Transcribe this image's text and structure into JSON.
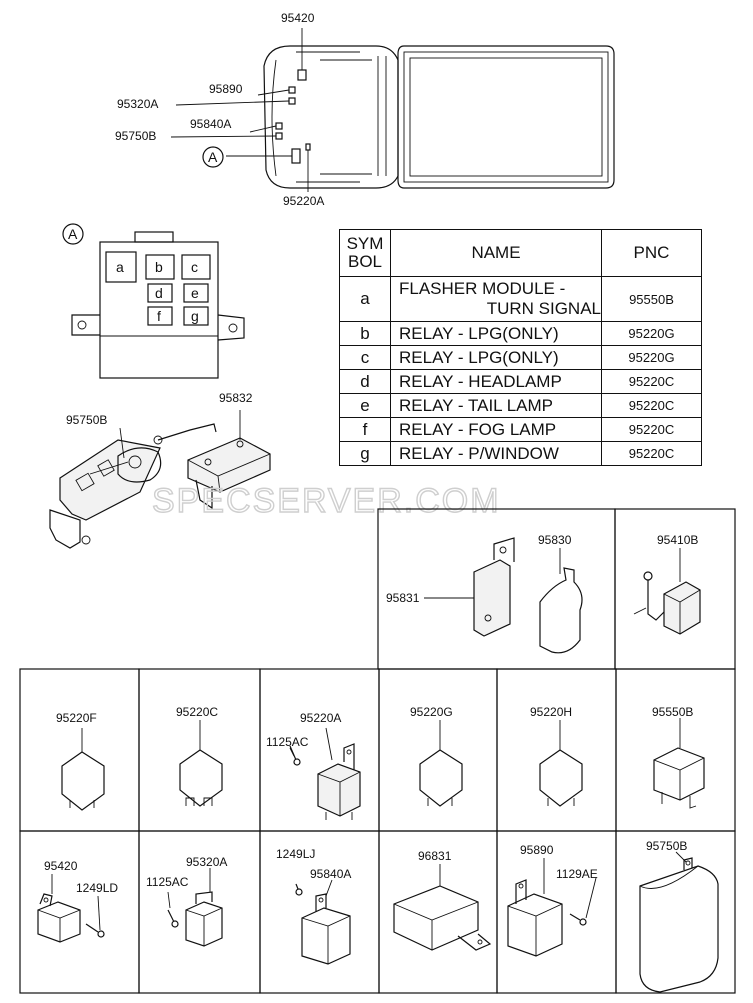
{
  "top_labels": {
    "p95420": "95420",
    "p95890": "95890",
    "p95320A": "95320A",
    "p95840A": "95840A",
    "p95750B": "95750B",
    "p95220A": "95220A",
    "marker": "A"
  },
  "detail": {
    "marker": "A",
    "cells": [
      "a",
      "b",
      "c",
      "d",
      "e",
      "f",
      "g"
    ]
  },
  "mid_labels": {
    "p95750B": "95750B",
    "p95832": "95832"
  },
  "table": {
    "headers": {
      "symbol": "SYMBOL",
      "symbol_line1": "SYM",
      "symbol_line2": "BOL",
      "name": "NAME",
      "pnc": "PNC"
    },
    "rows": [
      {
        "symbol": "a",
        "name_line1": "FLASHER MODULE -",
        "name_line2": "TURN SIGNAL",
        "pnc": "95550B"
      },
      {
        "symbol": "b",
        "name": "RELAY - LPG(ONLY)",
        "pnc": "95220G"
      },
      {
        "symbol": "c",
        "name": "RELAY - LPG(ONLY)",
        "pnc": "95220G"
      },
      {
        "symbol": "d",
        "name": "RELAY - HEADLAMP",
        "pnc": "95220C"
      },
      {
        "symbol": "e",
        "name": "RELAY - TAIL LAMP",
        "pnc": "95220C"
      },
      {
        "symbol": "f",
        "name": "RELAY - FOG LAMP",
        "pnc": "95220C"
      },
      {
        "symbol": "g",
        "name": "RELAY - P/WINDOW",
        "pnc": "95220C"
      }
    ]
  },
  "watermark": "SPECSERVER.COM",
  "grid_labels": {
    "r0": {
      "p95831": "95831",
      "p95830": "95830",
      "p95410B": "95410B"
    },
    "r1": {
      "p95220F": "95220F",
      "p95220C": "95220C",
      "p95220A": "95220A",
      "p1125AC": "1125AC",
      "p95220G": "95220G",
      "p95220H": "95220H",
      "p95550B": "95550B"
    },
    "r2": {
      "p95420": "95420",
      "p1249LD": "1249LD",
      "p95320A": "95320A",
      "p1125AC": "1125AC",
      "p1249LJ": "1249LJ",
      "p95840A": "95840A",
      "p96831": "96831",
      "p95890": "95890",
      "p1129AE": "1129AE",
      "p95750B": "95750B"
    }
  }
}
